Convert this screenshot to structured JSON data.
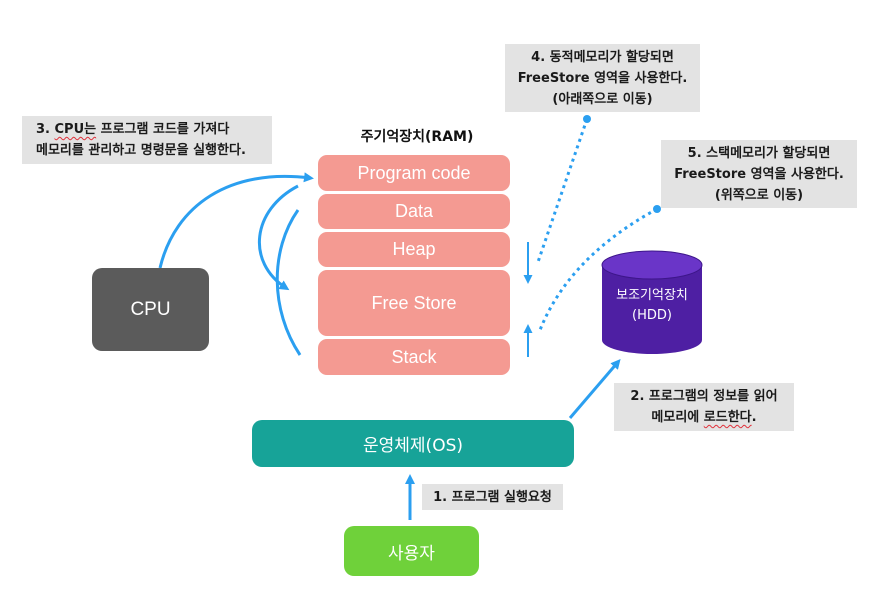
{
  "ram": {
    "title": "주기억장치(RAM)",
    "segments": [
      "Program code",
      "Data",
      "Heap",
      "Free Store",
      "Stack"
    ]
  },
  "cpu": {
    "label": "CPU"
  },
  "hdd": {
    "line1": "보조기억장치",
    "line2": "(HDD)"
  },
  "os": {
    "label": "운영체제(OS)"
  },
  "user": {
    "label": "사용자"
  },
  "callouts": {
    "step1": "1. 프로그램 실행요청",
    "step2": {
      "line1": "2. 프로그램의 정보를 읽어",
      "line2_a": "메모리에 ",
      "line2_b": "로드한다",
      "line2_c": "."
    },
    "step3": {
      "line1_a": "3. ",
      "line1_b": "CPU는",
      "line1_c": " 프로그램 코드를 가져다",
      "line2": "메모리를 관리하고 명령문을 실행한다."
    },
    "step4": {
      "line1": "4. 동적메모리가 할당되면",
      "line2": "FreeStore 영역을 사용한다.",
      "line3": "(아래쪽으로 이동)"
    },
    "step5": {
      "line1": "5. 스택메모리가 할당되면",
      "line2": "FreeStore 영역을 사용한다.",
      "line3": "(위쪽으로 이동)"
    }
  },
  "colors": {
    "ram_segment": "#f49a92",
    "cpu": "#5b5b5b",
    "hdd": "#4e1fa3",
    "os": "#17a398",
    "user": "#6fd13a",
    "arrow": "#2b9ff0",
    "callout_bg": "#e3e3e3"
  }
}
